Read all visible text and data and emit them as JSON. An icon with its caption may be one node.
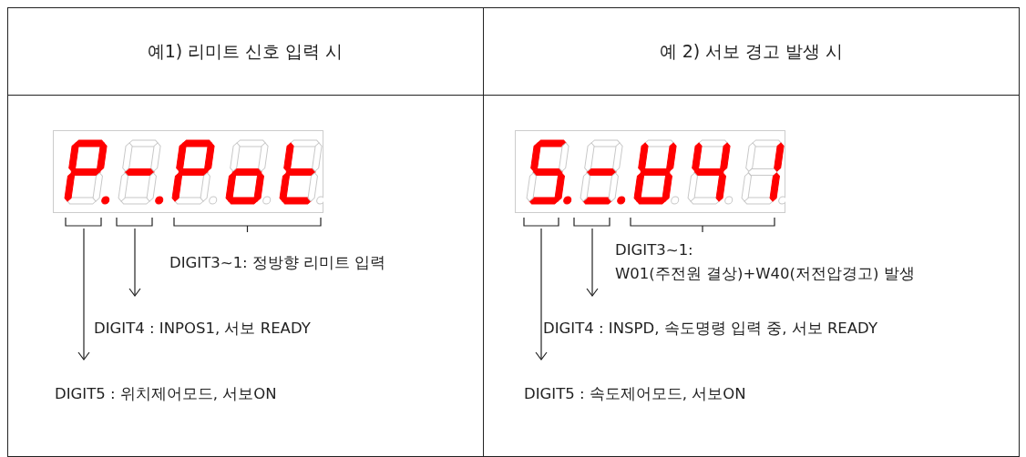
{
  "diagram": {
    "nodes": [
      {
        "text": [
          "DIGIT3~1: 정방향 리미트 입력"
        ]
      },
      {
        "text": [
          "DIGIT4 : INPOS1, 서보 READY"
        ]
      },
      {
        "text": [
          "DIGIT5 : 위치제어모드, 서보ON"
        ]
      },
      {
        "text": [
          "DIGIT3~1:",
          "W01(주전원 결상)+W40(저전압경고) 발생"
        ]
      },
      {
        "text": [
          "DIGIT4 : INSPD, 속도명령 입력 중, 서보 READY"
        ]
      },
      {
        "text": [
          "DIGIT5 : 속도제어모드, 서보ON"
        ]
      }
    ],
    "edges": [
      {
        "from": null,
        "to": 1,
        "arrow": "to"
      },
      {
        "from": null,
        "to": 2,
        "arrow": "to"
      },
      {
        "from": null,
        "to": 4,
        "arrow": "to"
      },
      {
        "from": null,
        "to": 5,
        "arrow": "to"
      }
    ],
    "labels": [
      "예1) 리미트 신호 입력 시",
      "예 2) 서보 경고 발생 시"
    ]
  }
}
